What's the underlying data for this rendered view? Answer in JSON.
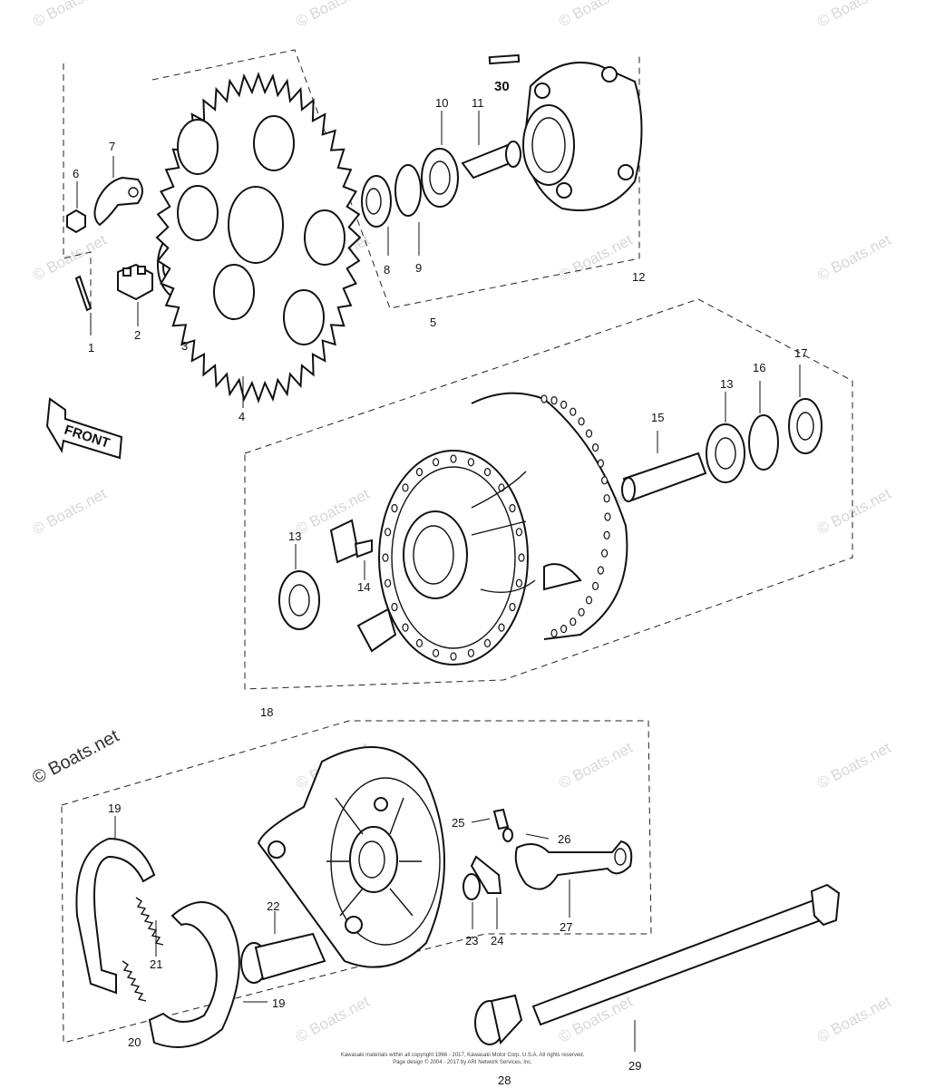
{
  "watermark": "© Boats.net",
  "callouts": {
    "c1": "1",
    "c2": "2",
    "c3": "3",
    "c4": "4",
    "c5": "5",
    "c6": "6",
    "c7": "7",
    "c8": "8",
    "c9": "9",
    "c10": "10",
    "c11": "11",
    "c12": "12",
    "c13a": "13",
    "c13b": "13",
    "c14": "14",
    "c15": "15",
    "c16": "16",
    "c17": "17",
    "c18": "18",
    "c19a": "19",
    "c19b": "19",
    "c20": "20",
    "c21": "21",
    "c22": "22",
    "c23": "23",
    "c24": "24",
    "c25": "25",
    "c26": "26",
    "c27": "27",
    "c28": "28",
    "c29": "29",
    "c30": "30"
  },
  "front_label": "FRONT",
  "copyright": {
    "line1": "Kawasaki materials within all copyright 1966 - 2017, Kawasaki Motor Corp. U.S.A. All rights reserved.",
    "line2": "Page design © 2004 - 2017 by ARI Network Services, Inc."
  }
}
